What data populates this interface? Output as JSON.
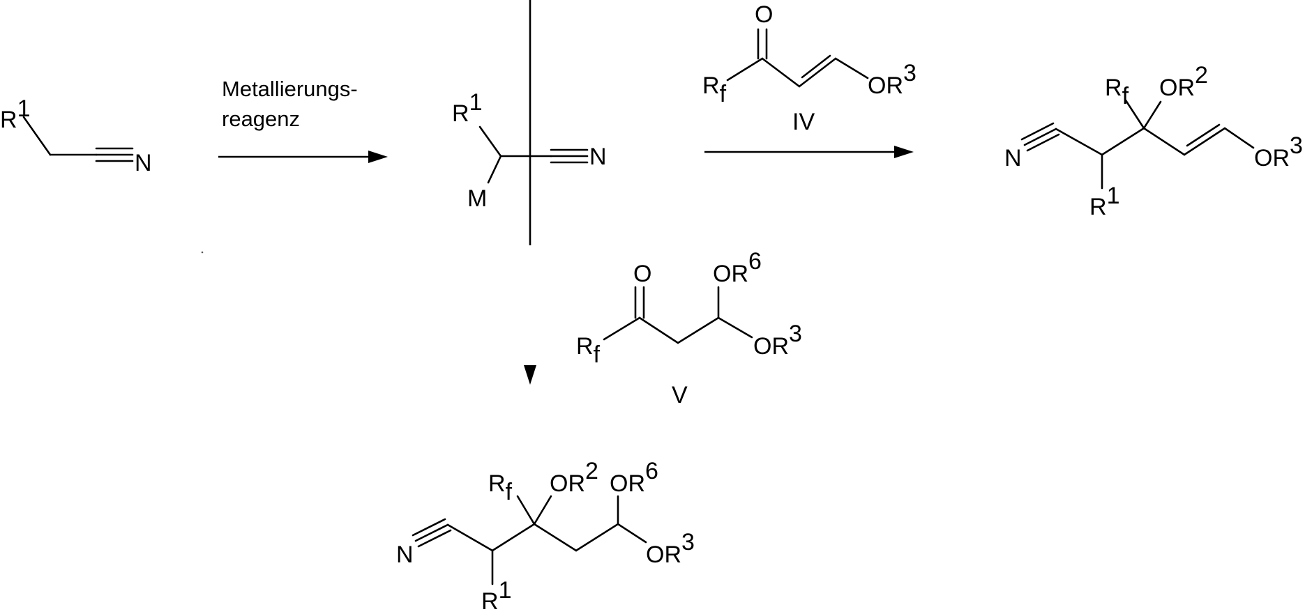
{
  "reagent": {
    "line1": "Metallierungs-",
    "line2": "reagenz"
  },
  "labels": {
    "compound_iv": "IV",
    "compound_v": "V"
  },
  "atoms": {
    "R": "R",
    "N": "N",
    "M": "M",
    "O": "O",
    "OR": "OR",
    "sup_1": "1",
    "sup_2": "2",
    "sup_3": "3",
    "sup_6": "6",
    "sub_f": "f"
  },
  "colors": {
    "ink": "#000000",
    "background": "#ffffff"
  }
}
